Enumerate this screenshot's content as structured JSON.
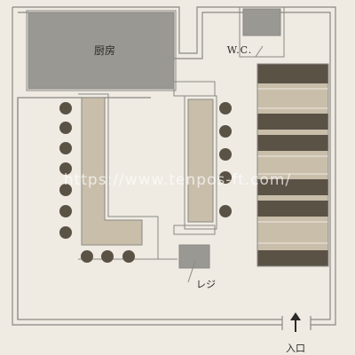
{
  "rooms": {
    "kitchen_label": "厨房",
    "wc_label": "W.C.",
    "register_label": "レジ"
  },
  "entrance": {
    "label": "入口"
  },
  "watermark": "https://www.tenpos-ft.com/",
  "colors": {
    "background": "#efeae2",
    "wall": "#8a8984",
    "kitchen_fill": "#9a9892",
    "wc_fill": "#9a9892",
    "counter_fill": "#c8beaa",
    "seat_fill": "#5b5246",
    "booth_dark": "#5b5246",
    "booth_light": "#c8beaa",
    "text": "#2b2a28"
  },
  "icons": {
    "entrance_arrow": "arrow-up-icon"
  }
}
